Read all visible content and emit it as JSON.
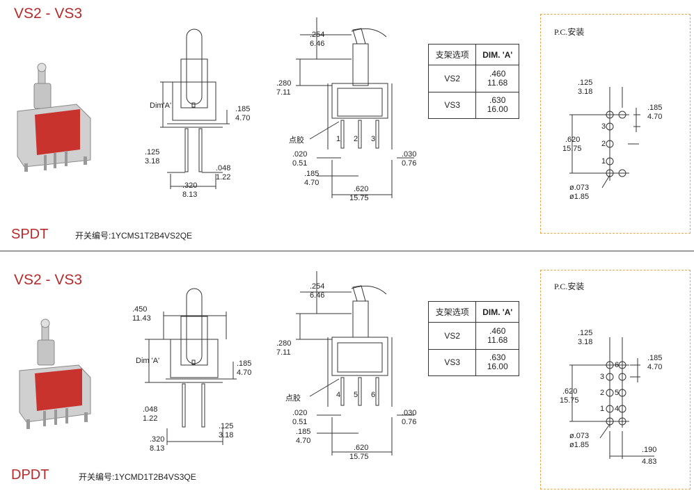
{
  "sections": [
    {
      "title": "VS2 - VS3",
      "type": "SPDT",
      "part_label": "开关编号:1YCMS1T2B4VS2QE",
      "side": {
        "dim_a": "Dim'A'",
        "d1": [
          ".185",
          "4.70"
        ],
        "d2": [
          ".125",
          "3.18"
        ],
        "d3": [
          ".048",
          "1.22"
        ],
        "d4": [
          ".320",
          "8.13"
        ]
      },
      "front": {
        "d_top": [
          ".254",
          "6.46"
        ],
        "d_lever": [
          ".280",
          "7.11"
        ],
        "glue": "点胶",
        "pins": [
          "1",
          "2",
          "3"
        ],
        "d_020": [
          ".020",
          "0.51"
        ],
        "d_030": [
          ".030",
          "0.76"
        ],
        "d_185": [
          ".185",
          "4.70"
        ],
        "d_620": [
          ".620",
          "15.75"
        ]
      },
      "table": {
        "col1": "支架选项",
        "col2": "DIM. 'A'",
        "rows": [
          {
            "name": "VS2",
            "v1": ".460",
            "v2": "11.68"
          },
          {
            "name": "VS3",
            "v1": ".630",
            "v2": "16.00"
          }
        ]
      },
      "pc": {
        "title": "P.C.安装",
        "d_125": [
          ".125",
          "3.18"
        ],
        "d_185": [
          ".185",
          "4.70"
        ],
        "d_620": [
          ".620",
          "15.75"
        ],
        "d_dia": [
          "ø.073",
          "ø1.85"
        ],
        "pins": [
          "3",
          "2",
          "1"
        ]
      }
    },
    {
      "title": "VS2 - VS3",
      "type": "DPDT",
      "part_label": "开关编号:1YCMD1T2B4VS3QE",
      "side": {
        "d0": [
          ".450",
          "11.43"
        ],
        "dim_a": "Dim 'A'",
        "d1": [
          ".185",
          "4.70"
        ],
        "d2": [
          ".048",
          "1.22"
        ],
        "d3": [
          ".125",
          "3.18"
        ],
        "d4": [
          ".320",
          "8.13"
        ]
      },
      "front": {
        "d_top": [
          ".254",
          "6.46"
        ],
        "d_lever": [
          ".280",
          "7.11"
        ],
        "glue": "点胶",
        "pins": [
          "4",
          "5",
          "6"
        ],
        "d_020": [
          ".020",
          "0.51"
        ],
        "d_030": [
          ".030",
          "0.76"
        ],
        "d_185": [
          ".185",
          "4.70"
        ],
        "d_620": [
          ".620",
          "15.75"
        ]
      },
      "table": {
        "col1": "支架选项",
        "col2": "DIM. 'A'",
        "rows": [
          {
            "name": "VS2",
            "v1": ".460",
            "v2": "11.68"
          },
          {
            "name": "VS3",
            "v1": ".630",
            "v2": "16.00"
          }
        ]
      },
      "pc": {
        "title": "P.C.安装",
        "d_125": [
          ".125",
          "3.18"
        ],
        "d_185": [
          ".185",
          "4.70"
        ],
        "d_620": [
          ".620",
          "15.75"
        ],
        "d_dia": [
          "ø.073",
          "ø1.85"
        ],
        "d_190": [
          ".190",
          "4.83"
        ],
        "pins_left": [
          "3",
          "2",
          "1"
        ],
        "pins_right": [
          "6",
          "5",
          "4"
        ]
      }
    }
  ],
  "colors": {
    "accent": "#b52b2b",
    "pc_border": "#e5a64a",
    "switch_red": "#c8332e",
    "metal": "#b9b9b9"
  }
}
